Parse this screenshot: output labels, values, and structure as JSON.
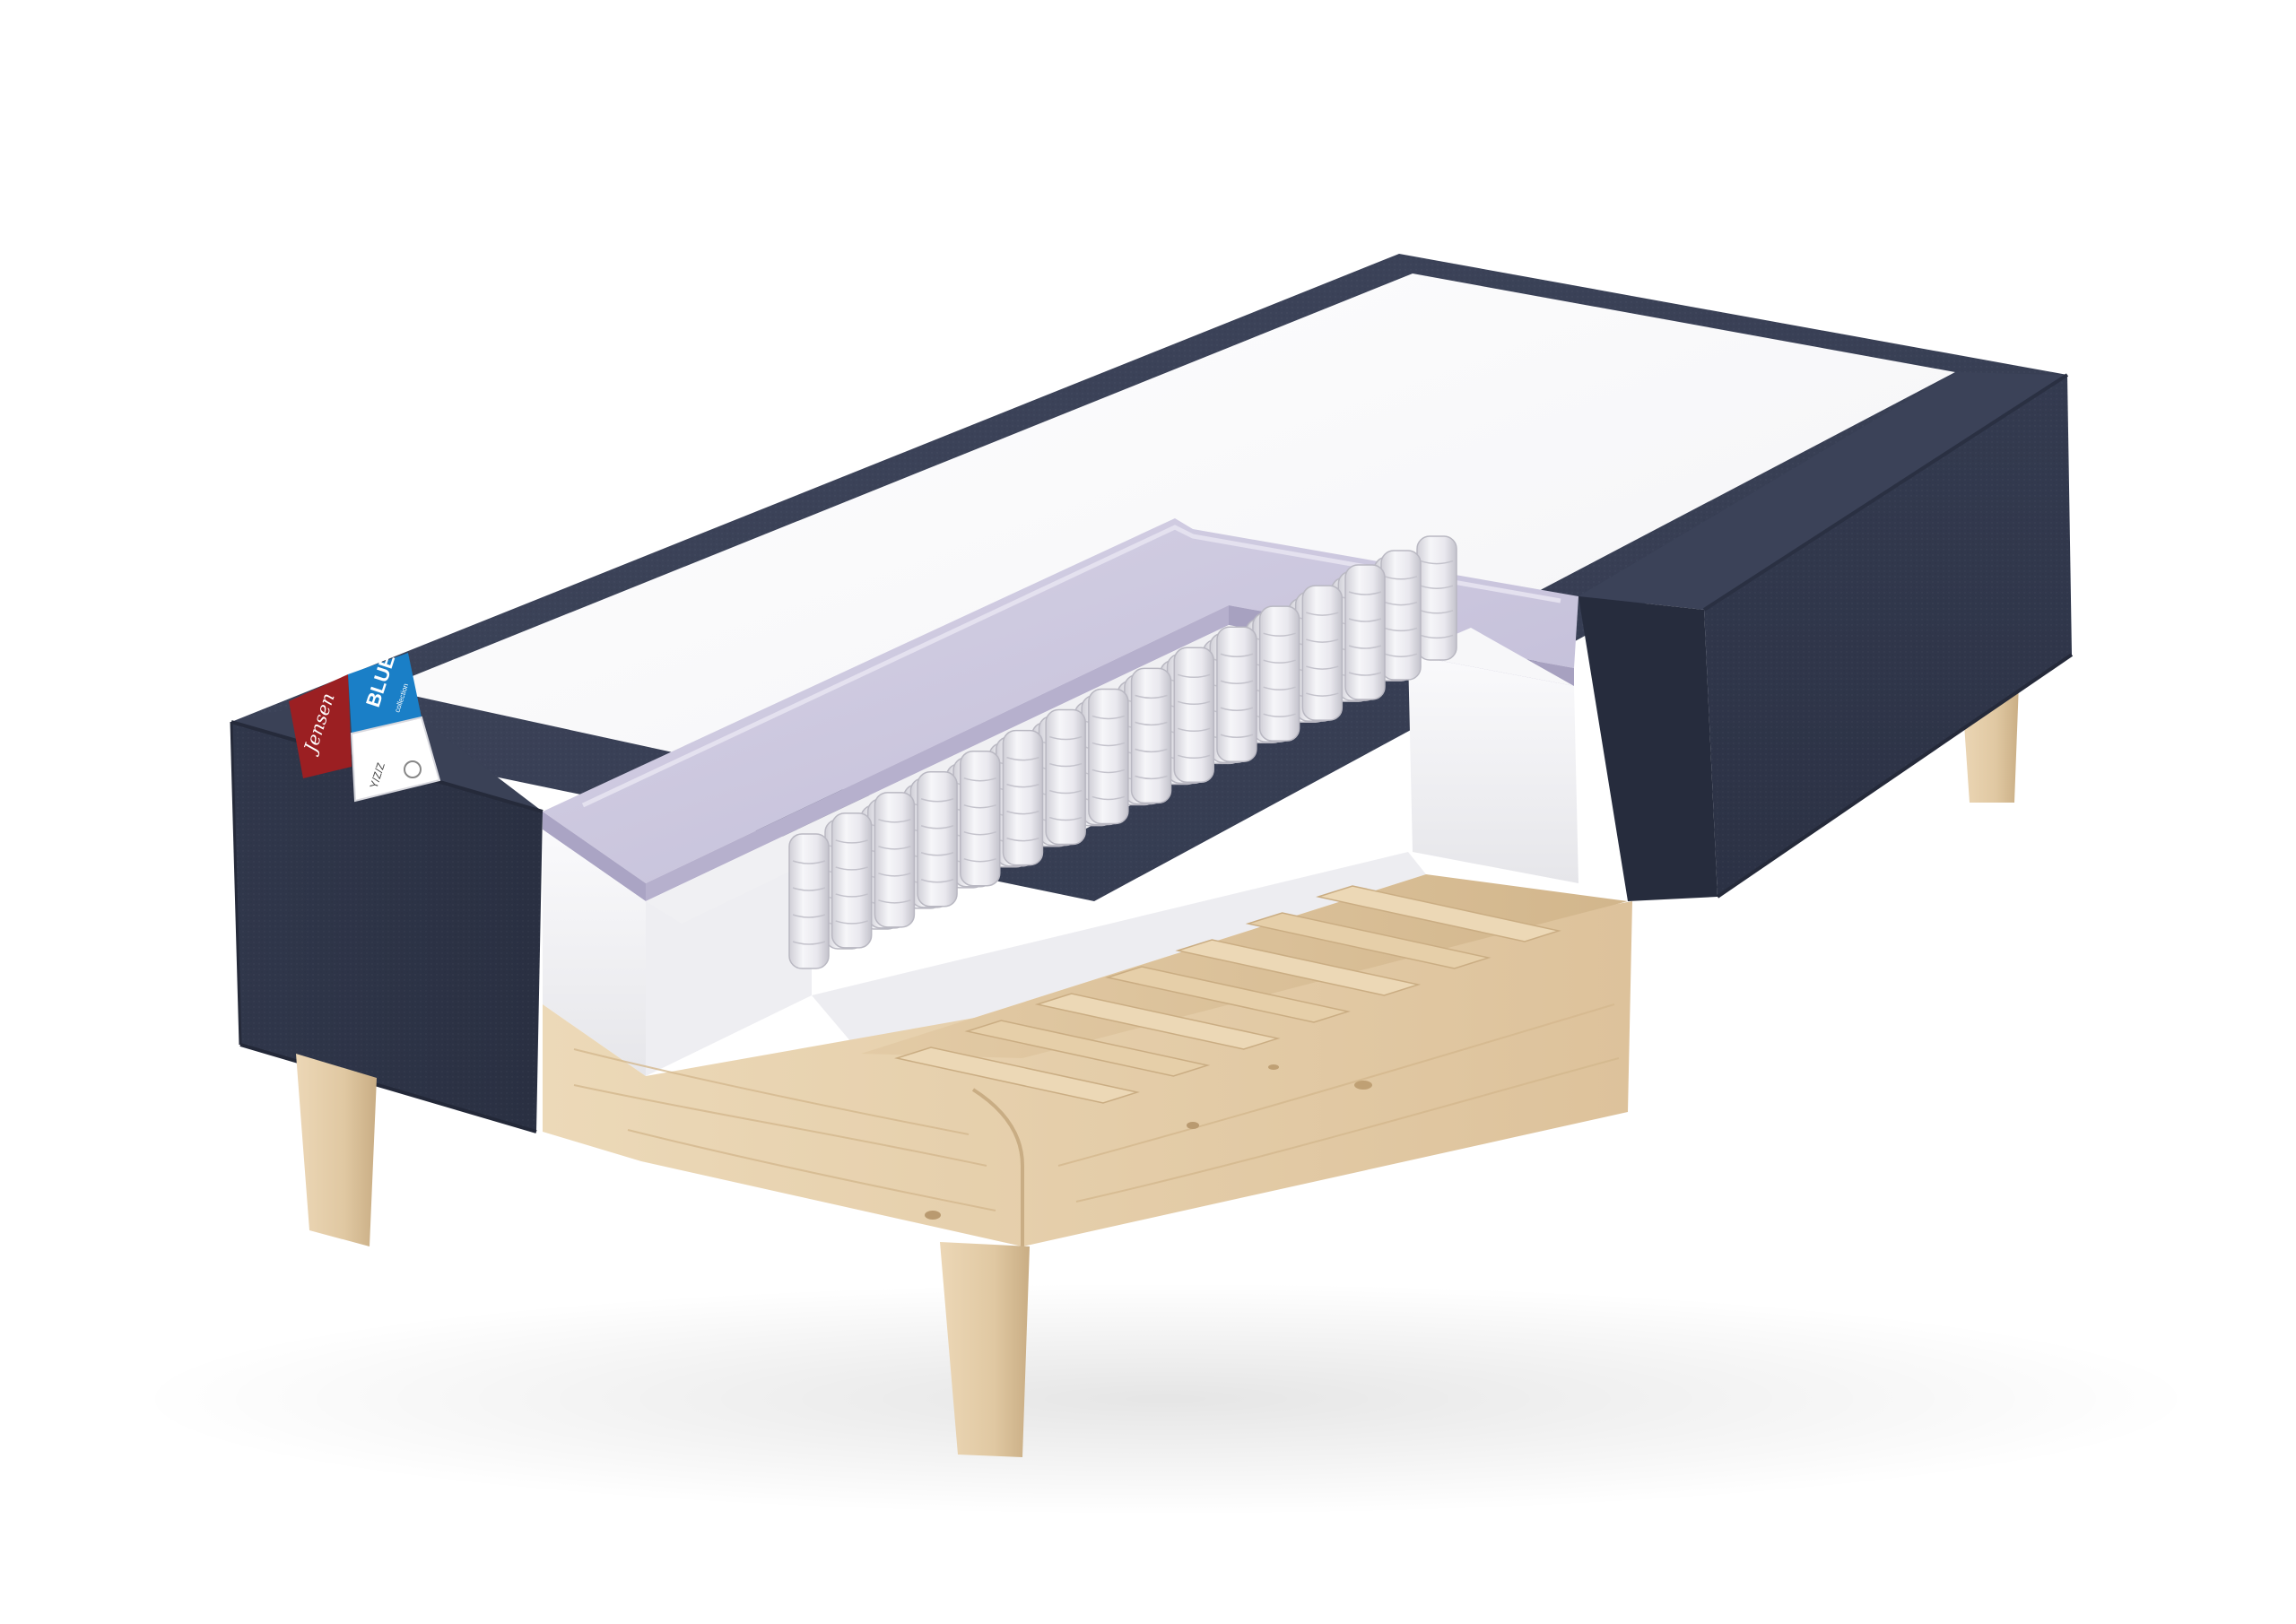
{
  "scene": {
    "subject": "bed-cutaway",
    "background_color": "#ffffff"
  },
  "colors": {
    "fabric": "#363d52",
    "fabric_dark": "#2b3144",
    "fabric_light": "#434a60",
    "fabric_piping": "#2a3042",
    "white_foam": "#f4f4f6",
    "white_foam_shade": "#e2e2e6",
    "white_foam_dark": "#cfcfd5",
    "lavender_foam": "#c9c5dc",
    "lavender_foam_shade": "#b3aecb",
    "lavender_foam_top": "#dad7e8",
    "spring_pocket": "#ecebf0",
    "spring_pocket_shade": "#c6c5cd",
    "wood": "#e8d4b2",
    "wood_shade": "#d6bd95",
    "wood_dark": "#c4a67c",
    "legs": "#e5cfad",
    "legs_shade": "#cdb28a",
    "tag_red": "#9b1f22",
    "tag_blue": "#1a7fc7",
    "tag_white": "#ffffff"
  },
  "label_tag": {
    "brand_script": "Jensen",
    "product_name": "BLUE",
    "product_sub": "collection",
    "small_text": "Y/Z/Z"
  },
  "icons": {
    "tag": "label-tag-icon",
    "logo": "brand-logo-icon"
  }
}
